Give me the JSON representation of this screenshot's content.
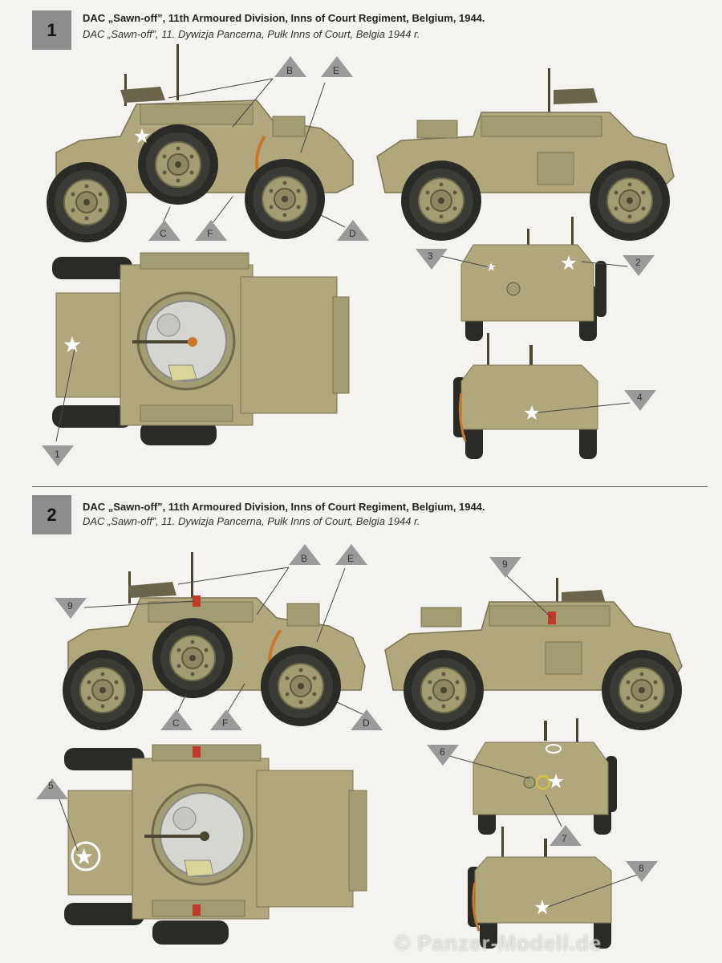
{
  "sections": [
    {
      "number": "1",
      "title_en": "DAC „Sawn-off”, 11th Armoured Division, Inns of Court Regiment, Belgium, 1944.",
      "title_pl": "DAC „Sawn-off”, 11. Dywizja Pancerna, Pułk Inns of Court, Belgia 1944 r.",
      "callouts": [
        "B",
        "E",
        "C",
        "F",
        "D",
        "1",
        "2",
        "3",
        "4"
      ]
    },
    {
      "number": "2",
      "title_en": "DAC „Sawn-off”, 11th Armoured Division, Inns of Court Regiment, Belgium, 1944.",
      "title_pl": "DAC „Sawn-off”, 11. Dywizja Pancerna, Pułk Inns of Court, Belgia 1944 r.",
      "callouts": [
        "B",
        "E",
        "9",
        "C",
        "F",
        "D",
        "5",
        "6",
        "7",
        "8",
        "9"
      ]
    }
  ],
  "watermark": "© Panzer-Modell.de",
  "colors": {
    "vehicle": "#b0a87c",
    "vehicle_dark": "#8a8460",
    "tyre": "#2a2b26",
    "hub": "#a29c72",
    "marker": "#9a9a9a",
    "hatch": "#d6d6d0",
    "cable": "#c8782e",
    "marking_red": "#c0392b"
  }
}
